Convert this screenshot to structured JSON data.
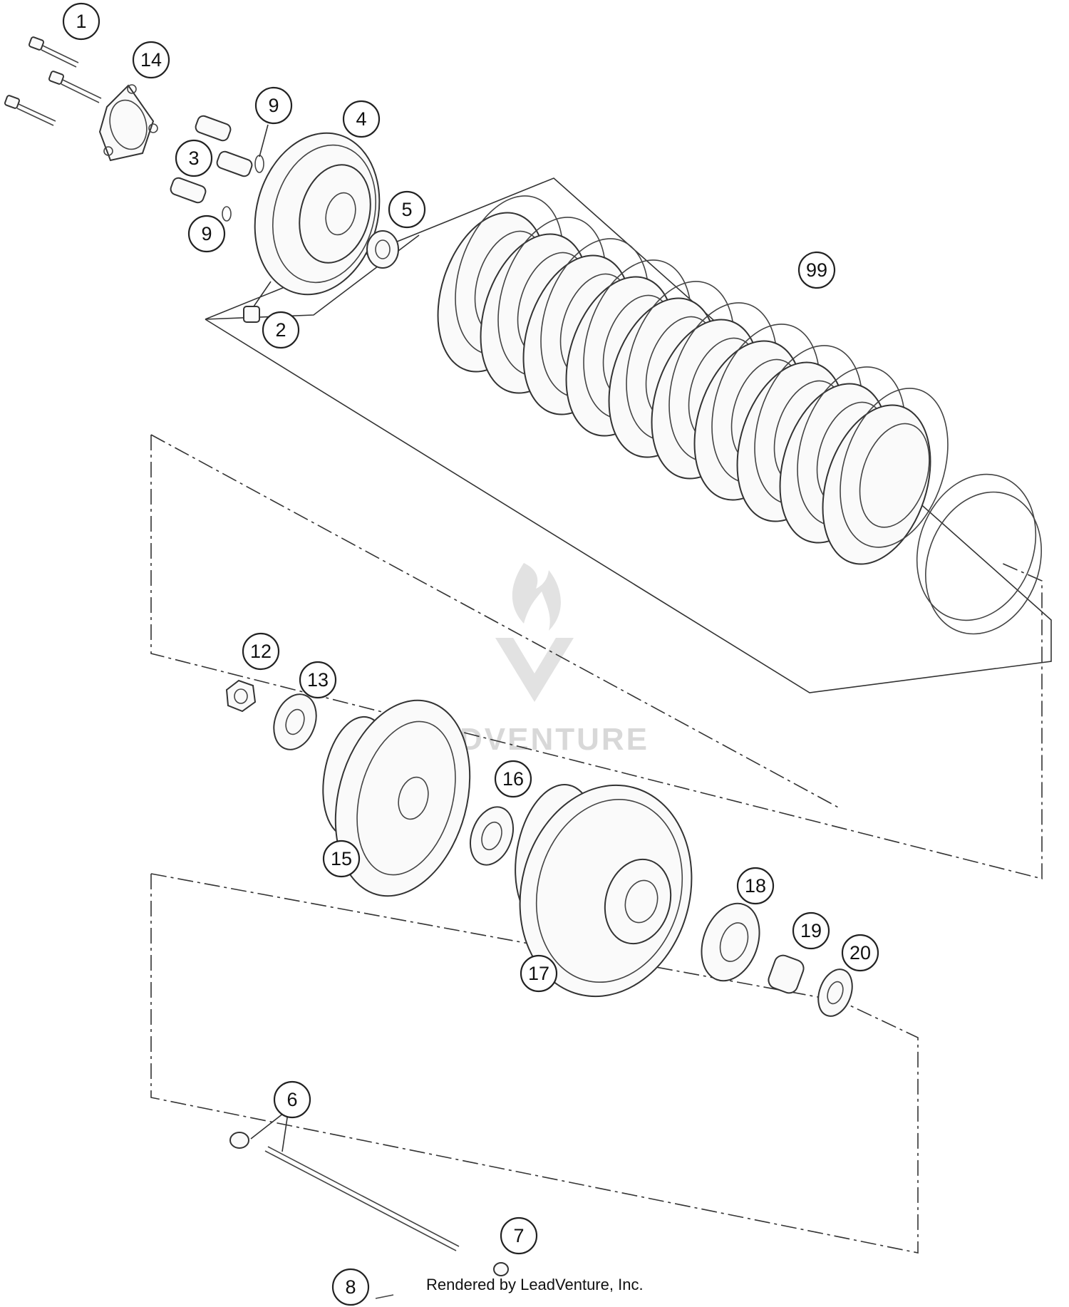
{
  "callouts": [
    {
      "id": "1",
      "label": "1"
    },
    {
      "id": "14",
      "label": "14"
    },
    {
      "id": "9a",
      "label": "9"
    },
    {
      "id": "4",
      "label": "4"
    },
    {
      "id": "3",
      "label": "3"
    },
    {
      "id": "5",
      "label": "5"
    },
    {
      "id": "9b",
      "label": "9"
    },
    {
      "id": "99",
      "label": "99"
    },
    {
      "id": "2",
      "label": "2"
    },
    {
      "id": "12",
      "label": "12"
    },
    {
      "id": "13",
      "label": "13"
    },
    {
      "id": "16",
      "label": "16"
    },
    {
      "id": "15",
      "label": "15"
    },
    {
      "id": "18",
      "label": "18"
    },
    {
      "id": "19",
      "label": "19"
    },
    {
      "id": "20",
      "label": "20"
    },
    {
      "id": "17",
      "label": "17"
    },
    {
      "id": "6",
      "label": "6"
    },
    {
      "id": "7",
      "label": "7"
    },
    {
      "id": "8",
      "label": "8"
    }
  ],
  "watermark": {
    "text": "LEADVENTURE"
  },
  "footer": {
    "credit": "Rendered by LeadVenture, Inc."
  }
}
